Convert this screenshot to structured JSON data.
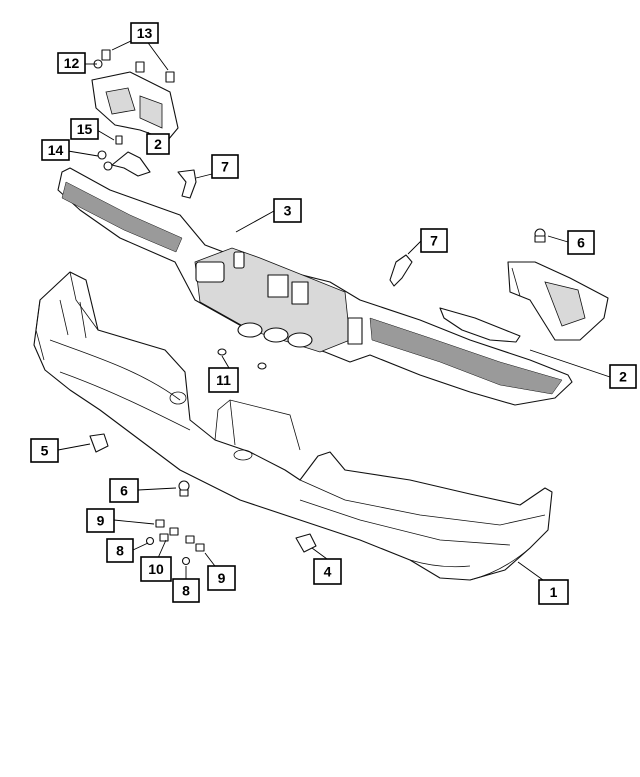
{
  "diagram": {
    "callouts": [
      {
        "id": "c13a",
        "label": "13"
      },
      {
        "id": "c12",
        "label": "12"
      },
      {
        "id": "c15",
        "label": "15"
      },
      {
        "id": "c2a",
        "label": "2"
      },
      {
        "id": "c14",
        "label": "14"
      },
      {
        "id": "c7a",
        "label": "7"
      },
      {
        "id": "c3",
        "label": "3"
      },
      {
        "id": "c7b",
        "label": "7"
      },
      {
        "id": "c6a",
        "label": "6"
      },
      {
        "id": "c2b",
        "label": "2"
      },
      {
        "id": "c11",
        "label": "11"
      },
      {
        "id": "c5",
        "label": "5"
      },
      {
        "id": "c6b",
        "label": "6"
      },
      {
        "id": "c9a",
        "label": "9"
      },
      {
        "id": "c8a",
        "label": "8"
      },
      {
        "id": "c10",
        "label": "10"
      },
      {
        "id": "c9b",
        "label": "9"
      },
      {
        "id": "c8b",
        "label": "8"
      },
      {
        "id": "c4",
        "label": "4"
      },
      {
        "id": "c1",
        "label": "1"
      }
    ]
  }
}
